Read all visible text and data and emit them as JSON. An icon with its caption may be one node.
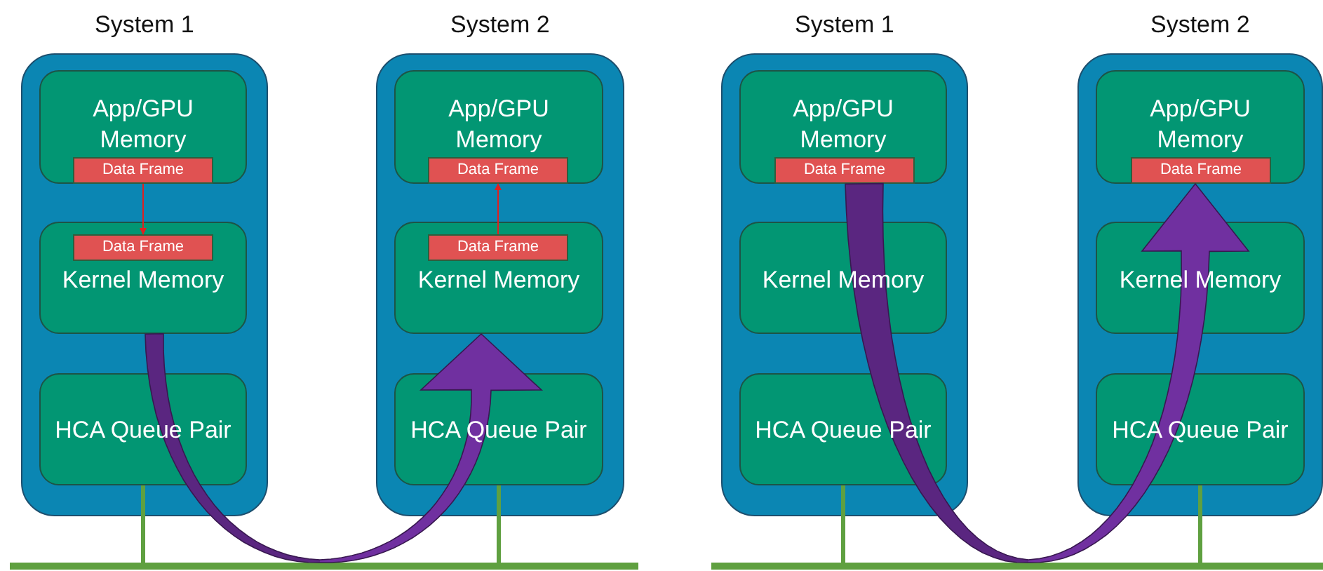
{
  "diagram": {
    "nodes": [
      {
        "text": [
          "System 1"
        ]
      },
      {
        "text": [
          "App/GPU Memory"
        ],
        "in": 0
      },
      {
        "text": [
          "Data Frame"
        ],
        "in": 1
      },
      {
        "text": [
          "Kernel Memory"
        ],
        "in": 0
      },
      {
        "text": [
          "Data Frame"
        ],
        "in": 3
      },
      {
        "text": [
          "HCA Queue Pair"
        ],
        "in": 0
      },
      {
        "text": [
          "System 2"
        ]
      },
      {
        "text": [
          "App/GPU Memory"
        ],
        "in": 6
      },
      {
        "text": [
          "Data Frame"
        ],
        "in": 7
      },
      {
        "text": [
          "Kernel Memory"
        ],
        "in": 6
      },
      {
        "text": [
          "Data Frame"
        ],
        "in": 9
      },
      {
        "text": [
          "HCA Queue Pair"
        ],
        "in": 6
      },
      {
        "text": [
          "System 1"
        ]
      },
      {
        "text": [
          "App/GPU Memory"
        ],
        "in": 12
      },
      {
        "text": [
          "Data Frame"
        ],
        "in": 13
      },
      {
        "text": [
          "Kernel Memory"
        ],
        "in": 12
      },
      {
        "text": [
          "HCA Queue Pair"
        ],
        "in": 12
      },
      {
        "text": [
          "System 2"
        ]
      },
      {
        "text": [
          "App/GPU Memory"
        ],
        "in": 17
      },
      {
        "text": [
          "Data Frame"
        ],
        "in": 18
      },
      {
        "text": [
          "Kernel Memory"
        ],
        "in": 17
      },
      {
        "text": [
          "HCA Queue Pair"
        ],
        "in": 17
      },
      {
        "text": [],
        "shape": "bar"
      },
      {
        "text": [],
        "shape": "bar"
      }
    ],
    "edges": [
      {
        "from": 2,
        "to": 4,
        "arrow": "to",
        "color": "#e02020"
      },
      {
        "from": 10,
        "to": 8,
        "arrow": "to",
        "color": "#e02020"
      },
      {
        "from": 3,
        "to": 9,
        "arrow": "to",
        "style": "thick",
        "color": "#7030a0"
      },
      {
        "from": 14,
        "to": 19,
        "arrow": "to",
        "style": "thick",
        "color": "#7030a0"
      },
      {
        "from": 5,
        "to": 22,
        "arrow": "none"
      },
      {
        "from": 11,
        "to": 22,
        "arrow": "none"
      },
      {
        "from": 16,
        "to": 23,
        "arrow": "none"
      },
      {
        "from": 21,
        "to": 23,
        "arrow": "none"
      }
    ]
  }
}
